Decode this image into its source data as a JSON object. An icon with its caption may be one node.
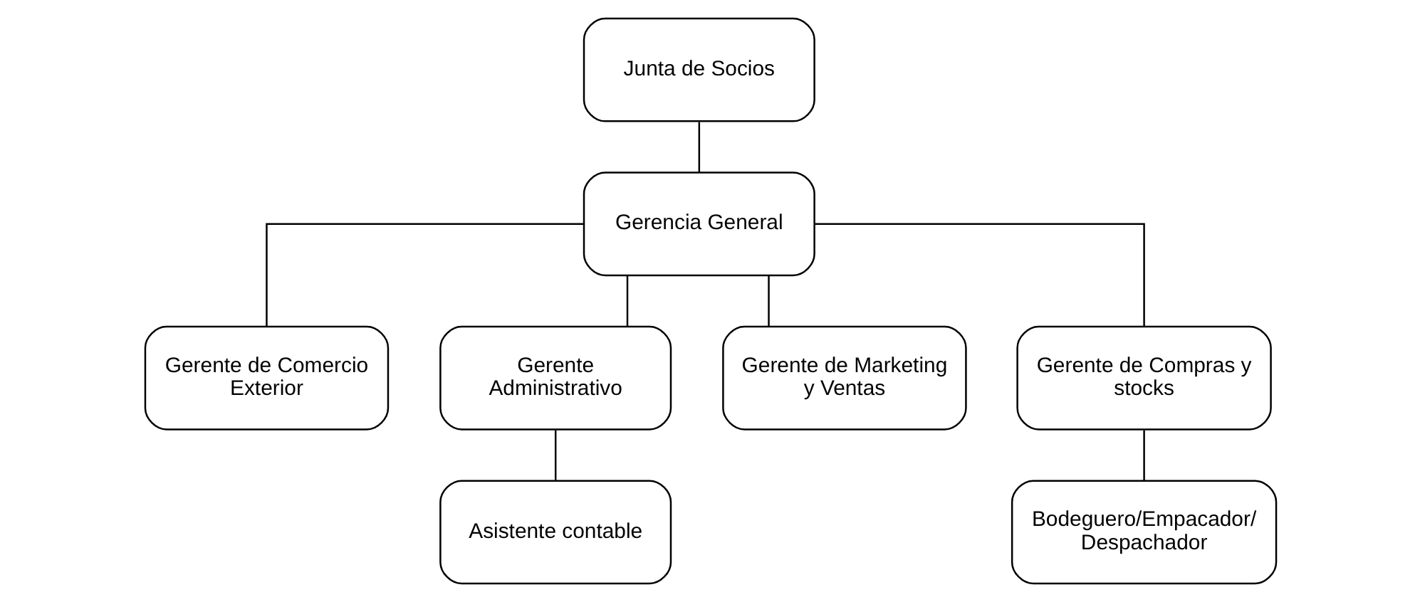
{
  "diagram": {
    "nodes": [
      {
        "text": [
          "Junta de Socios"
        ]
      },
      {
        "text": [
          "Gerencia General"
        ]
      },
      {
        "text": [
          "Gerente de Comercio Exterior"
        ]
      },
      {
        "text": [
          "Gerente Administrativo"
        ]
      },
      {
        "text": [
          "Gerente de Marketing y Ventas"
        ]
      },
      {
        "text": [
          "Gerente de Compras y stocks"
        ]
      },
      {
        "text": [
          "Asistente contable"
        ]
      },
      {
        "text": [
          "Bodeguero/Empacador/ Despachador"
        ]
      }
    ],
    "edges": [
      {
        "from": 0,
        "to": 1,
        "arrow": "none"
      },
      {
        "from": 1,
        "to": 2,
        "arrow": "none"
      },
      {
        "from": 1,
        "to": 3,
        "arrow": "none"
      },
      {
        "from": 1,
        "to": 4,
        "arrow": "none"
      },
      {
        "from": 1,
        "to": 5,
        "arrow": "none"
      },
      {
        "from": 3,
        "to": 6,
        "arrow": "none"
      },
      {
        "from": 5,
        "to": 7,
        "arrow": "none"
      }
    ]
  }
}
